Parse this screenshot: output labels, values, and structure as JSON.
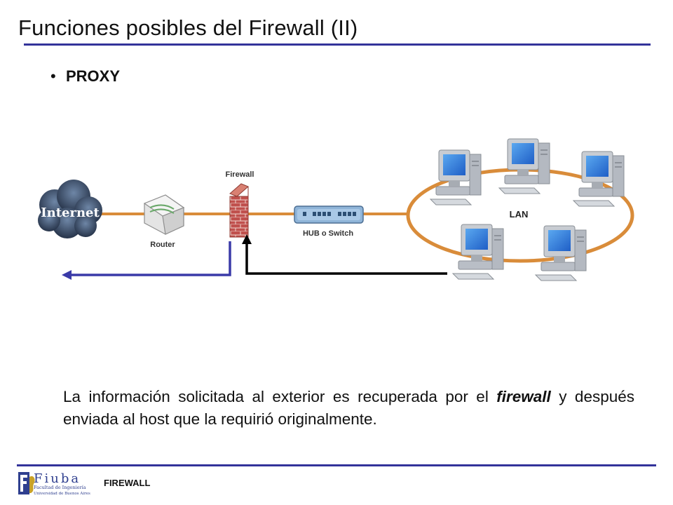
{
  "slide": {
    "title": "Funciones posibles del Firewall (II)",
    "bullet": "PROXY"
  },
  "diagram": {
    "internet_label": "Internet",
    "router_label": "Router",
    "firewall_label": "Firewall",
    "hub_label": "HUB o Switch",
    "lan_label": "LAN"
  },
  "caption": {
    "before": "La información solicitada al exterior es recuperada por el ",
    "emphasis": "firewall",
    "after": "  y después enviada al host que la requirió originalmente."
  },
  "footer": {
    "logo_name": "Fiuba",
    "logo_line1": "Facultad de Ingeniería",
    "logo_line2": "Universidad de Buenos Aires",
    "label": "FIREWALL"
  },
  "colors": {
    "accent_blue": "#33339a",
    "link_orange": "#d98c3a",
    "arrow_black": "#000000"
  }
}
